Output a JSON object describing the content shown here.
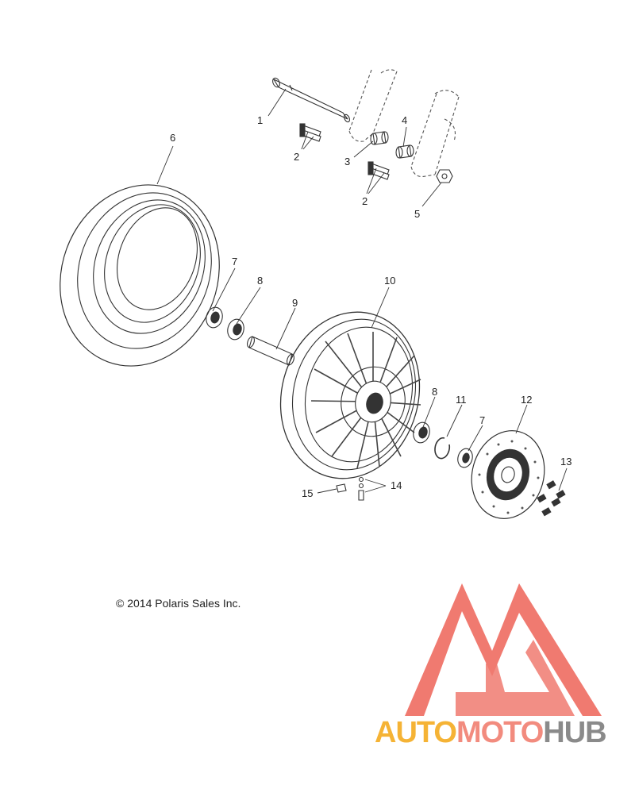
{
  "callouts": {
    "c1": "1",
    "c2a": "2",
    "c2b": "2",
    "c3": "3",
    "c4": "4",
    "c5": "5",
    "c6": "6",
    "c7a": "7",
    "c7b": "7",
    "c8a": "8",
    "c8b": "8",
    "c9": "9",
    "c10": "10",
    "c11": "11",
    "c12": "12",
    "c13": "13",
    "c14": "14",
    "c15": "15"
  },
  "copyright": "© 2014 Polaris Sales Inc.",
  "watermark": {
    "part1": "AUTO",
    "part2": "MOTO",
    "part3": "HUB",
    "color1": "#f5b335",
    "color2": "#f28b7e",
    "color3": "#8a8a8a",
    "logo_color": "#f07a70"
  }
}
